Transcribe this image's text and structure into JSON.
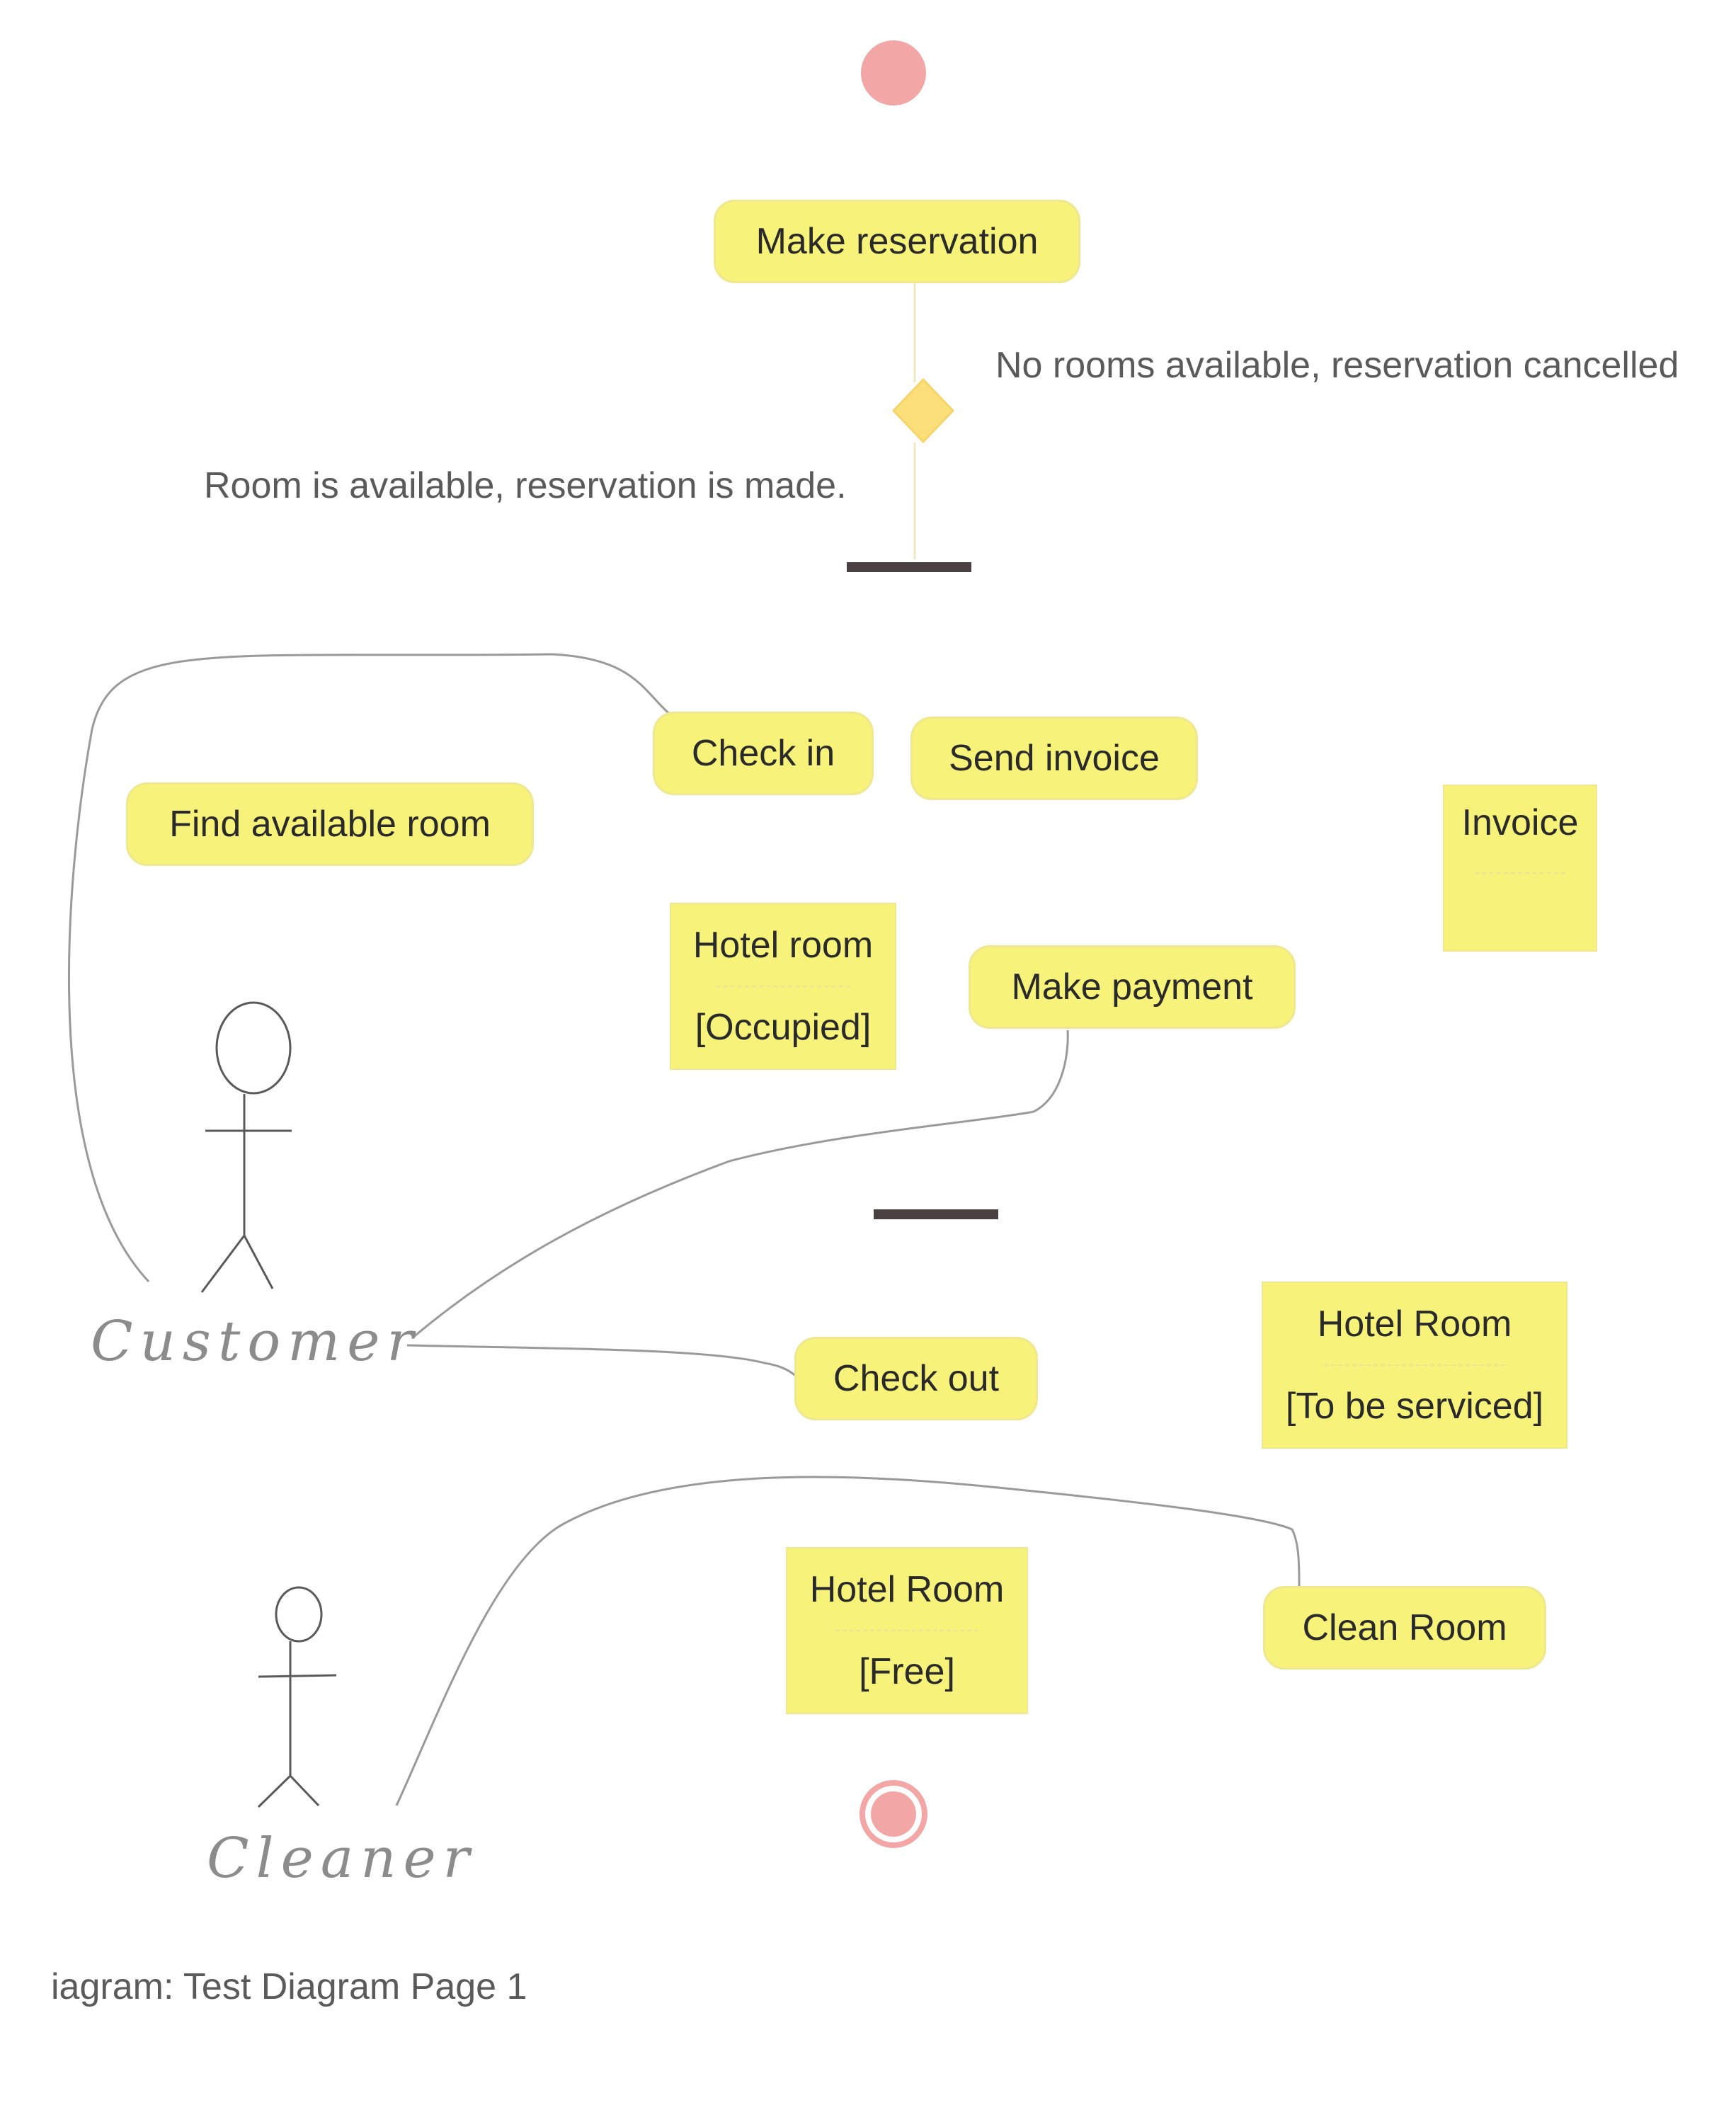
{
  "diagram": {
    "activities": {
      "make_reservation": "Make reservation",
      "check_in": "Check in",
      "send_invoice": "Send invoice",
      "find_available_room": "Find available room",
      "make_payment": "Make payment",
      "check_out": "Check out",
      "clean_room": "Clean Room"
    },
    "objects": {
      "invoice": {
        "name": "Invoice",
        "state": ""
      },
      "hotel_room_occupied": {
        "name": "Hotel room",
        "state": "[Occupied]"
      },
      "hotel_room_to_be_serviced": {
        "name": "Hotel Room",
        "state": "[To be serviced]"
      },
      "hotel_room_free": {
        "name": "Hotel Room",
        "state": "[Free]"
      }
    },
    "guards": {
      "no_rooms": "No rooms available, reservation cancelled",
      "room_available": "Room is available, reservation is made."
    },
    "actors": {
      "customer": "Customer",
      "cleaner": "Cleaner"
    },
    "footer": "iagram: Test Diagram Page 1"
  },
  "colors": {
    "node_fill": "#f7f27a",
    "start_end": "#f2a6a6",
    "bar": "#4a4040",
    "sketch": "#8c8c8c"
  }
}
